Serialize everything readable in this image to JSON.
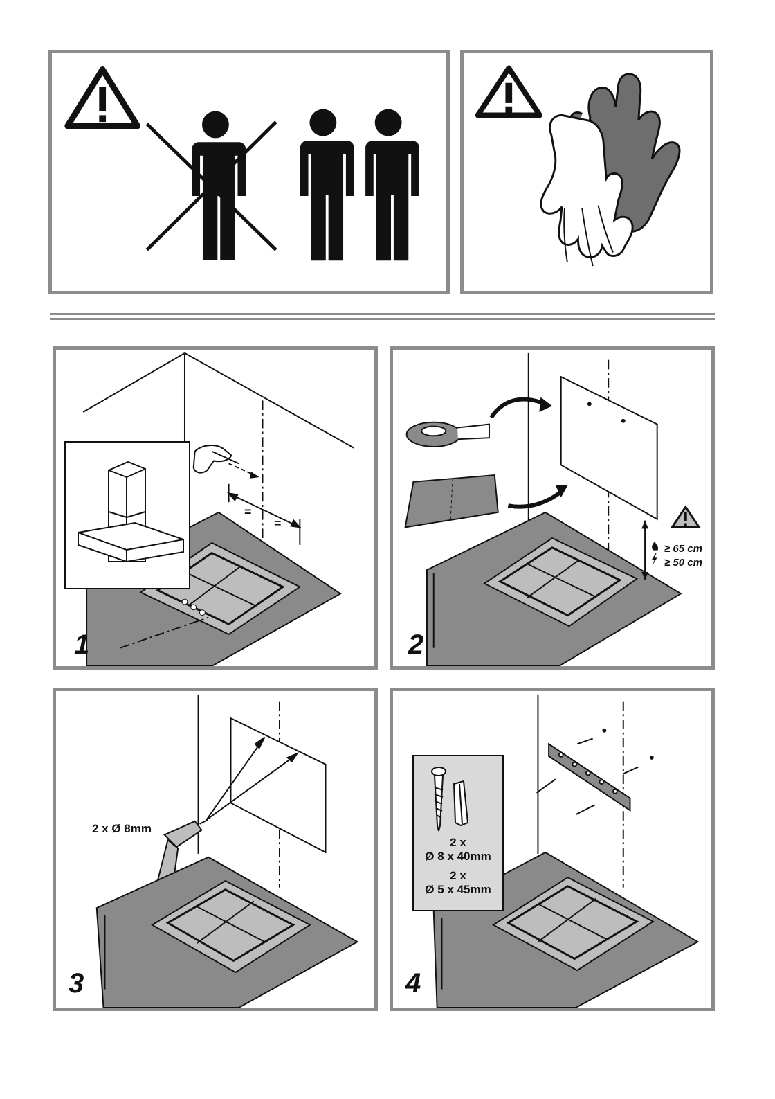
{
  "steps": [
    {
      "number": "1"
    },
    {
      "number": "2",
      "clearance_gas": "≥ 65 cm",
      "clearance_electric": "≥ 50 cm"
    },
    {
      "number": "3",
      "drill_label": "2 x Ø 8mm"
    },
    {
      "number": "4",
      "kit_qty_1": "2 x",
      "kit_size_1": "Ø 8 x 40mm",
      "kit_qty_2": "2 x",
      "kit_size_2": "Ø 5 x 45mm"
    }
  ],
  "icons": {
    "warning": "warning-triangle-icon",
    "persons": "two-persons-icon",
    "gloves": "protective-gloves-icon",
    "flame": "flame-icon",
    "lightning": "lightning-icon"
  },
  "colors": {
    "frame": "#8c8c8c",
    "ink": "#111111",
    "counter": "#8a8a8a",
    "glove_dark": "#6e6e6e",
    "kit_bg": "#d9d9d9"
  }
}
